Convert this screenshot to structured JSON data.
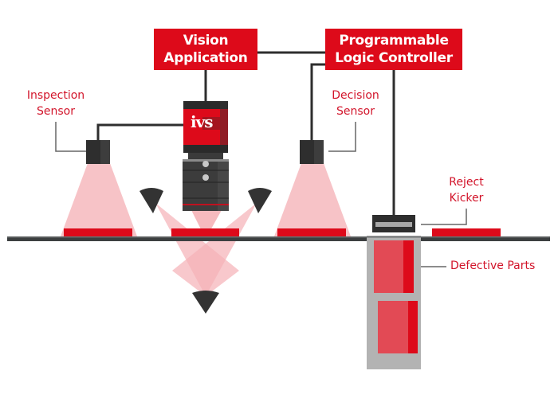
{
  "diagram": {
    "title": "Machine vision reject system",
    "boxes": {
      "vision_application": [
        "Vision",
        "Application"
      ],
      "plc": [
        "Programmable",
        "Logic Controller"
      ]
    },
    "labels": {
      "inspection_sensor": [
        "Inspection",
        "Sensor"
      ],
      "decision_sensor": [
        "Decision",
        "Sensor"
      ],
      "reject_kicker": [
        "Reject",
        "Kicker"
      ],
      "defective_parts": "Defective Parts"
    },
    "camera_logo": "ivs",
    "colors": {
      "brand_red": "#dd0a1a",
      "label_red": "#d2142a",
      "dark_gray": "#3a3a3a",
      "beam_pink": "#f5b8bd",
      "bin_gray": "#b3b3b3"
    }
  }
}
